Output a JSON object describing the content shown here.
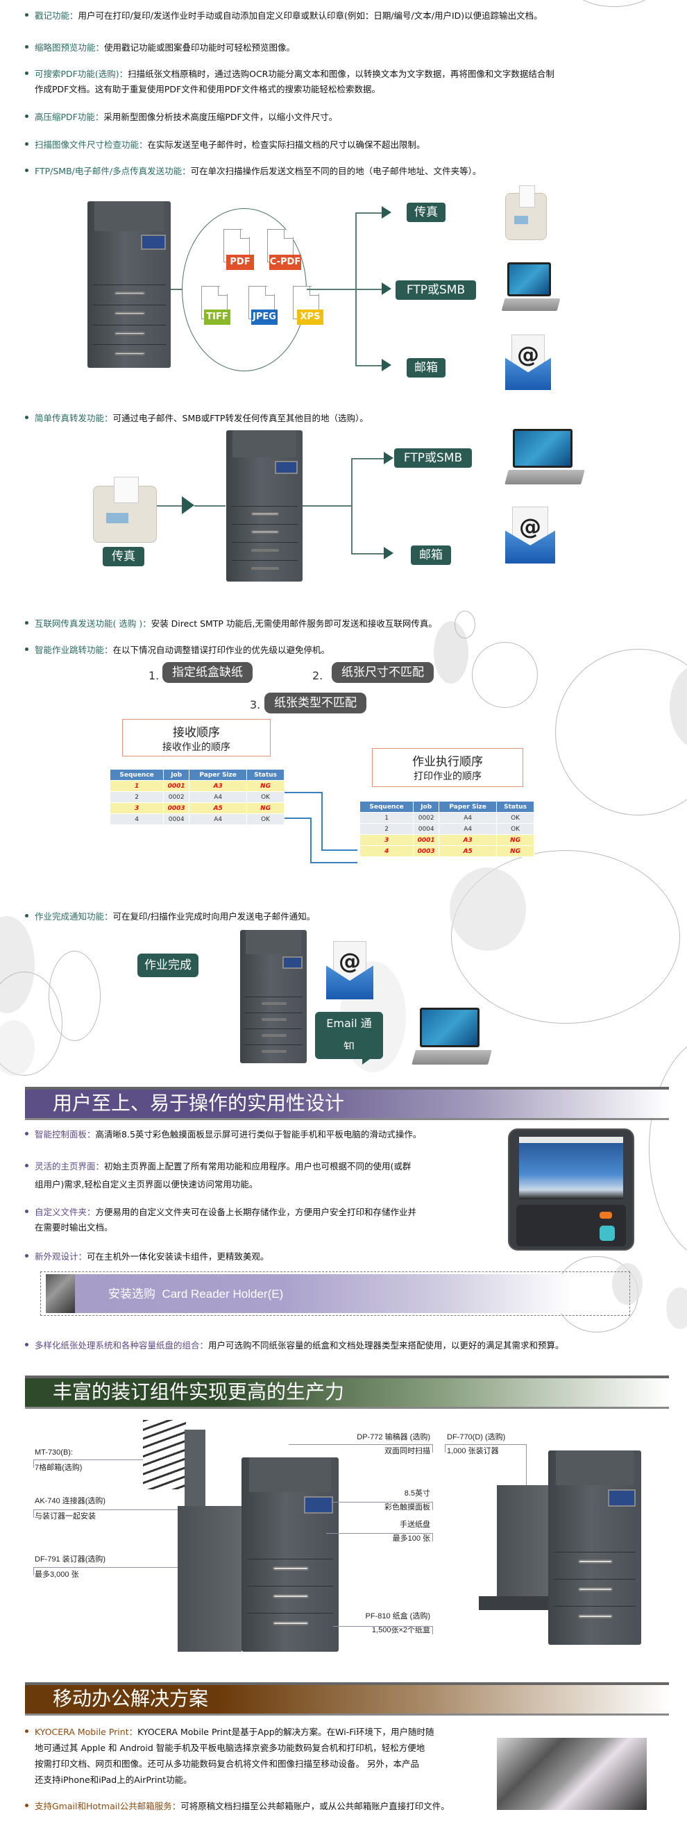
{
  "features_top": [
    {
      "label": "戳记功能：",
      "text": "用户可在打印/复印/发送作业时手动或自动添加自定义印章或默认印章(例如：日期/编号/文本/用户ID)以便追踪输出文档。"
    },
    {
      "label": "缩略图预览功能：",
      "text": "使用戳记功能或图案叠印功能时可轻松预览图像。"
    },
    {
      "label": "可搜索PDF功能(选购)：",
      "text": "扫描纸张文档原稿时，通过选购OCR功能分离文本和图像，以转换文本为文字数据，再将图像和文字数据结合制",
      "text2": "作成PDF文档。这有助于重复使用PDF文件和使用PDF文件格式的搜索功能轻松检索数据。"
    },
    {
      "label": "高压缩PDF功能：",
      "text": "采用新型图像分析技术高度压缩PDF文件，以缩小文件尺寸。"
    },
    {
      "label": "扫描图像文件尺寸检查功能：",
      "text": "在实际发送至电子邮件时，检查实际扫描文档的尺寸以确保不超出限制。"
    },
    {
      "label": "FTP/SMB/电子邮件/多点传真发送功能：",
      "text": "可在单次扫描操作后发送文档至不同的目的地（电子邮件地址、文件夹等）。"
    }
  ],
  "send_diagram": {
    "formats": [
      "PDF",
      "C-PDF",
      "TIFF",
      "JPEG",
      "XPS"
    ],
    "format_colors": [
      "#e0502a",
      "#e0502a",
      "#8ab82a",
      "#1e6ac0",
      "#f0c010"
    ],
    "destinations": [
      "传真",
      "FTP或SMB",
      "邮箱"
    ],
    "email_symbol": "@"
  },
  "fax_forward": {
    "label": "简单传真转发功能：",
    "text": "可通过电子邮件、SMB或FTP转发任何传真至其他目的地（选购）。",
    "source": "传真",
    "destinations": [
      "FTP或SMB",
      "邮箱"
    ],
    "email_symbol": "@"
  },
  "internet_fax": {
    "label": "互联网传真发送功能( 选购 )：",
    "text": "安装 Direct SMTP 功能后,无需使用邮件服务即可发送和接收互联网传真。"
  },
  "job_skip": {
    "label": "智能作业跳转功能：",
    "text": "在以下情况自动调整错误打印作业的优先级以避免停机。",
    "conditions": [
      {
        "num": "1.",
        "text": "指定纸盒缺纸"
      },
      {
        "num": "2.",
        "text": "纸张尺寸不匹配"
      },
      {
        "num": "3.",
        "text": "纸张类型不匹配"
      }
    ],
    "receive_box": {
      "title": "接收顺序",
      "subtitle": "接收作业的顺序"
    },
    "exec_box": {
      "title": "作业执行顺序",
      "subtitle": "打印作业的顺序"
    },
    "columns": [
      "Sequence",
      "Job",
      "Paper Size",
      "Status"
    ],
    "receive_rows": [
      {
        "seq": "1",
        "job": "0001",
        "size": "A3",
        "status": "NG"
      },
      {
        "seq": "2",
        "job": "0002",
        "size": "A4",
        "status": "OK"
      },
      {
        "seq": "3",
        "job": "0003",
        "size": "A5",
        "status": "NG"
      },
      {
        "seq": "4",
        "job": "0004",
        "size": "A4",
        "status": "OK"
      }
    ],
    "exec_rows": [
      {
        "seq": "1",
        "job": "0002",
        "size": "A4",
        "status": "OK"
      },
      {
        "seq": "2",
        "job": "0004",
        "size": "A4",
        "status": "OK"
      },
      {
        "seq": "3",
        "job": "0001",
        "size": "A3",
        "status": "NG"
      },
      {
        "seq": "4",
        "job": "0003",
        "size": "A5",
        "status": "NG"
      }
    ]
  },
  "job_notify": {
    "label": "作业完成通知功能：",
    "text": "可在复印/扫描作业完成时向用户发送电子邮件通知。",
    "done_tag": "作业完成",
    "email_tag": "Email 通知",
    "email_symbol": "@"
  },
  "section_usability": {
    "title": "用户至上、易于操作的实用性设计",
    "color": "#5c4f86",
    "items": [
      {
        "label": "智能控制面板：",
        "text": "高清晰8.5英寸彩色触摸面板显示屏可进行类似于智能手机和平板电脑的滑动式操作。"
      },
      {
        "label": "灵活的主页界面：",
        "text": "初始主页界面上配置了所有常用功能和应用程序。用户也可根据不同的使用(或群",
        "text2": "组用户)需求,轻松自定义主页界面以便快速访问常用功能。"
      },
      {
        "label": "自定义文件夹：",
        "text": "方便易用的自定义文件夹可在设备上长期存储作业，方便用户安全打印和存储作业并",
        "text2": "在需要时输出文档。"
      },
      {
        "label": "新外观设计：",
        "text": "可在主机外一体化安装读卡组件，更精致美观。"
      }
    ],
    "card_reader": "安装选购  Card Reader Holder(E)",
    "paper_handling": {
      "label": "多样化纸张处理系统和各种容量纸盘的组合：",
      "text": "用户可选购不同纸张容量的纸盒和文档处理器类型来搭配使用，以更好的满足其需求和预算。"
    }
  },
  "section_finishing": {
    "title": "丰富的装订组件实现更高的生产力",
    "color": "#2e4a2a",
    "callouts_left": [
      {
        "title": "MT-730(B):",
        "desc": "7格邮箱(选购)"
      },
      {
        "title": "AK-740 连接器(选购)",
        "desc": "与装订器一起安装"
      },
      {
        "title": "DF-791 装订器(选购)",
        "desc": "最多3,000 张"
      }
    ],
    "callouts_right": [
      {
        "title": "DP-772 输稿器 (选购)",
        "desc": "双面同时扫描"
      },
      {
        "title": "8.5英寸",
        "desc": "彩色触摸面板"
      },
      {
        "title": "手送纸盘",
        "desc": "最多100 张"
      },
      {
        "title": "PF-810 纸盒 (选购)",
        "desc": "1,500张×2个纸盒"
      }
    ],
    "callout_df770": {
      "title": "DF-770(D) (选购)",
      "desc": "1,000 张装订器"
    }
  },
  "section_mobile": {
    "title": "移动办公解决方案",
    "color": "#6b3a0a",
    "items": [
      {
        "label": "KYOCERA Mobile Print：",
        "lines": [
          "KYOCERA Mobile Print是基于App的解决方案。在Wi-Fi环境下，用户随时随",
          "地可通过其 Apple 和 Android 智能手机及平板电脑选择京瓷多功能数码复合机和打印机，轻松方便地",
          "按需打印文档、网页和图像。还可从多功能数码复合机将文件和图像扫描至移动设备。 另外，本产品",
          "还支持iPhone和iPad上的AirPrint功能。"
        ]
      },
      {
        "label": "支持Gmail和Hotmail公共邮箱服务：",
        "lines": [
          "可将原稿文档扫描至公共邮箱账户，或从公共邮箱账户直接打印文件。"
        ]
      }
    ]
  }
}
